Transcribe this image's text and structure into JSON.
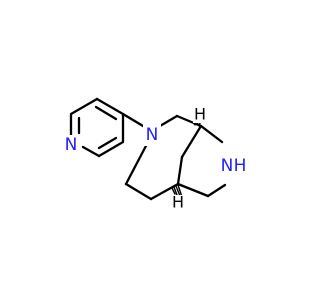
{
  "molecule": {
    "atom_labels": {
      "pyridine_n": "N",
      "amine_n": "N",
      "nh_n": "N",
      "nh_h": "H",
      "stereo_h_top": "H",
      "stereo_h_bottom": "H"
    },
    "colors": {
      "bond": "#000000",
      "nitrogen": "#1f1fff",
      "hydrogen": "#000000",
      "background": "#ffffff"
    }
  }
}
